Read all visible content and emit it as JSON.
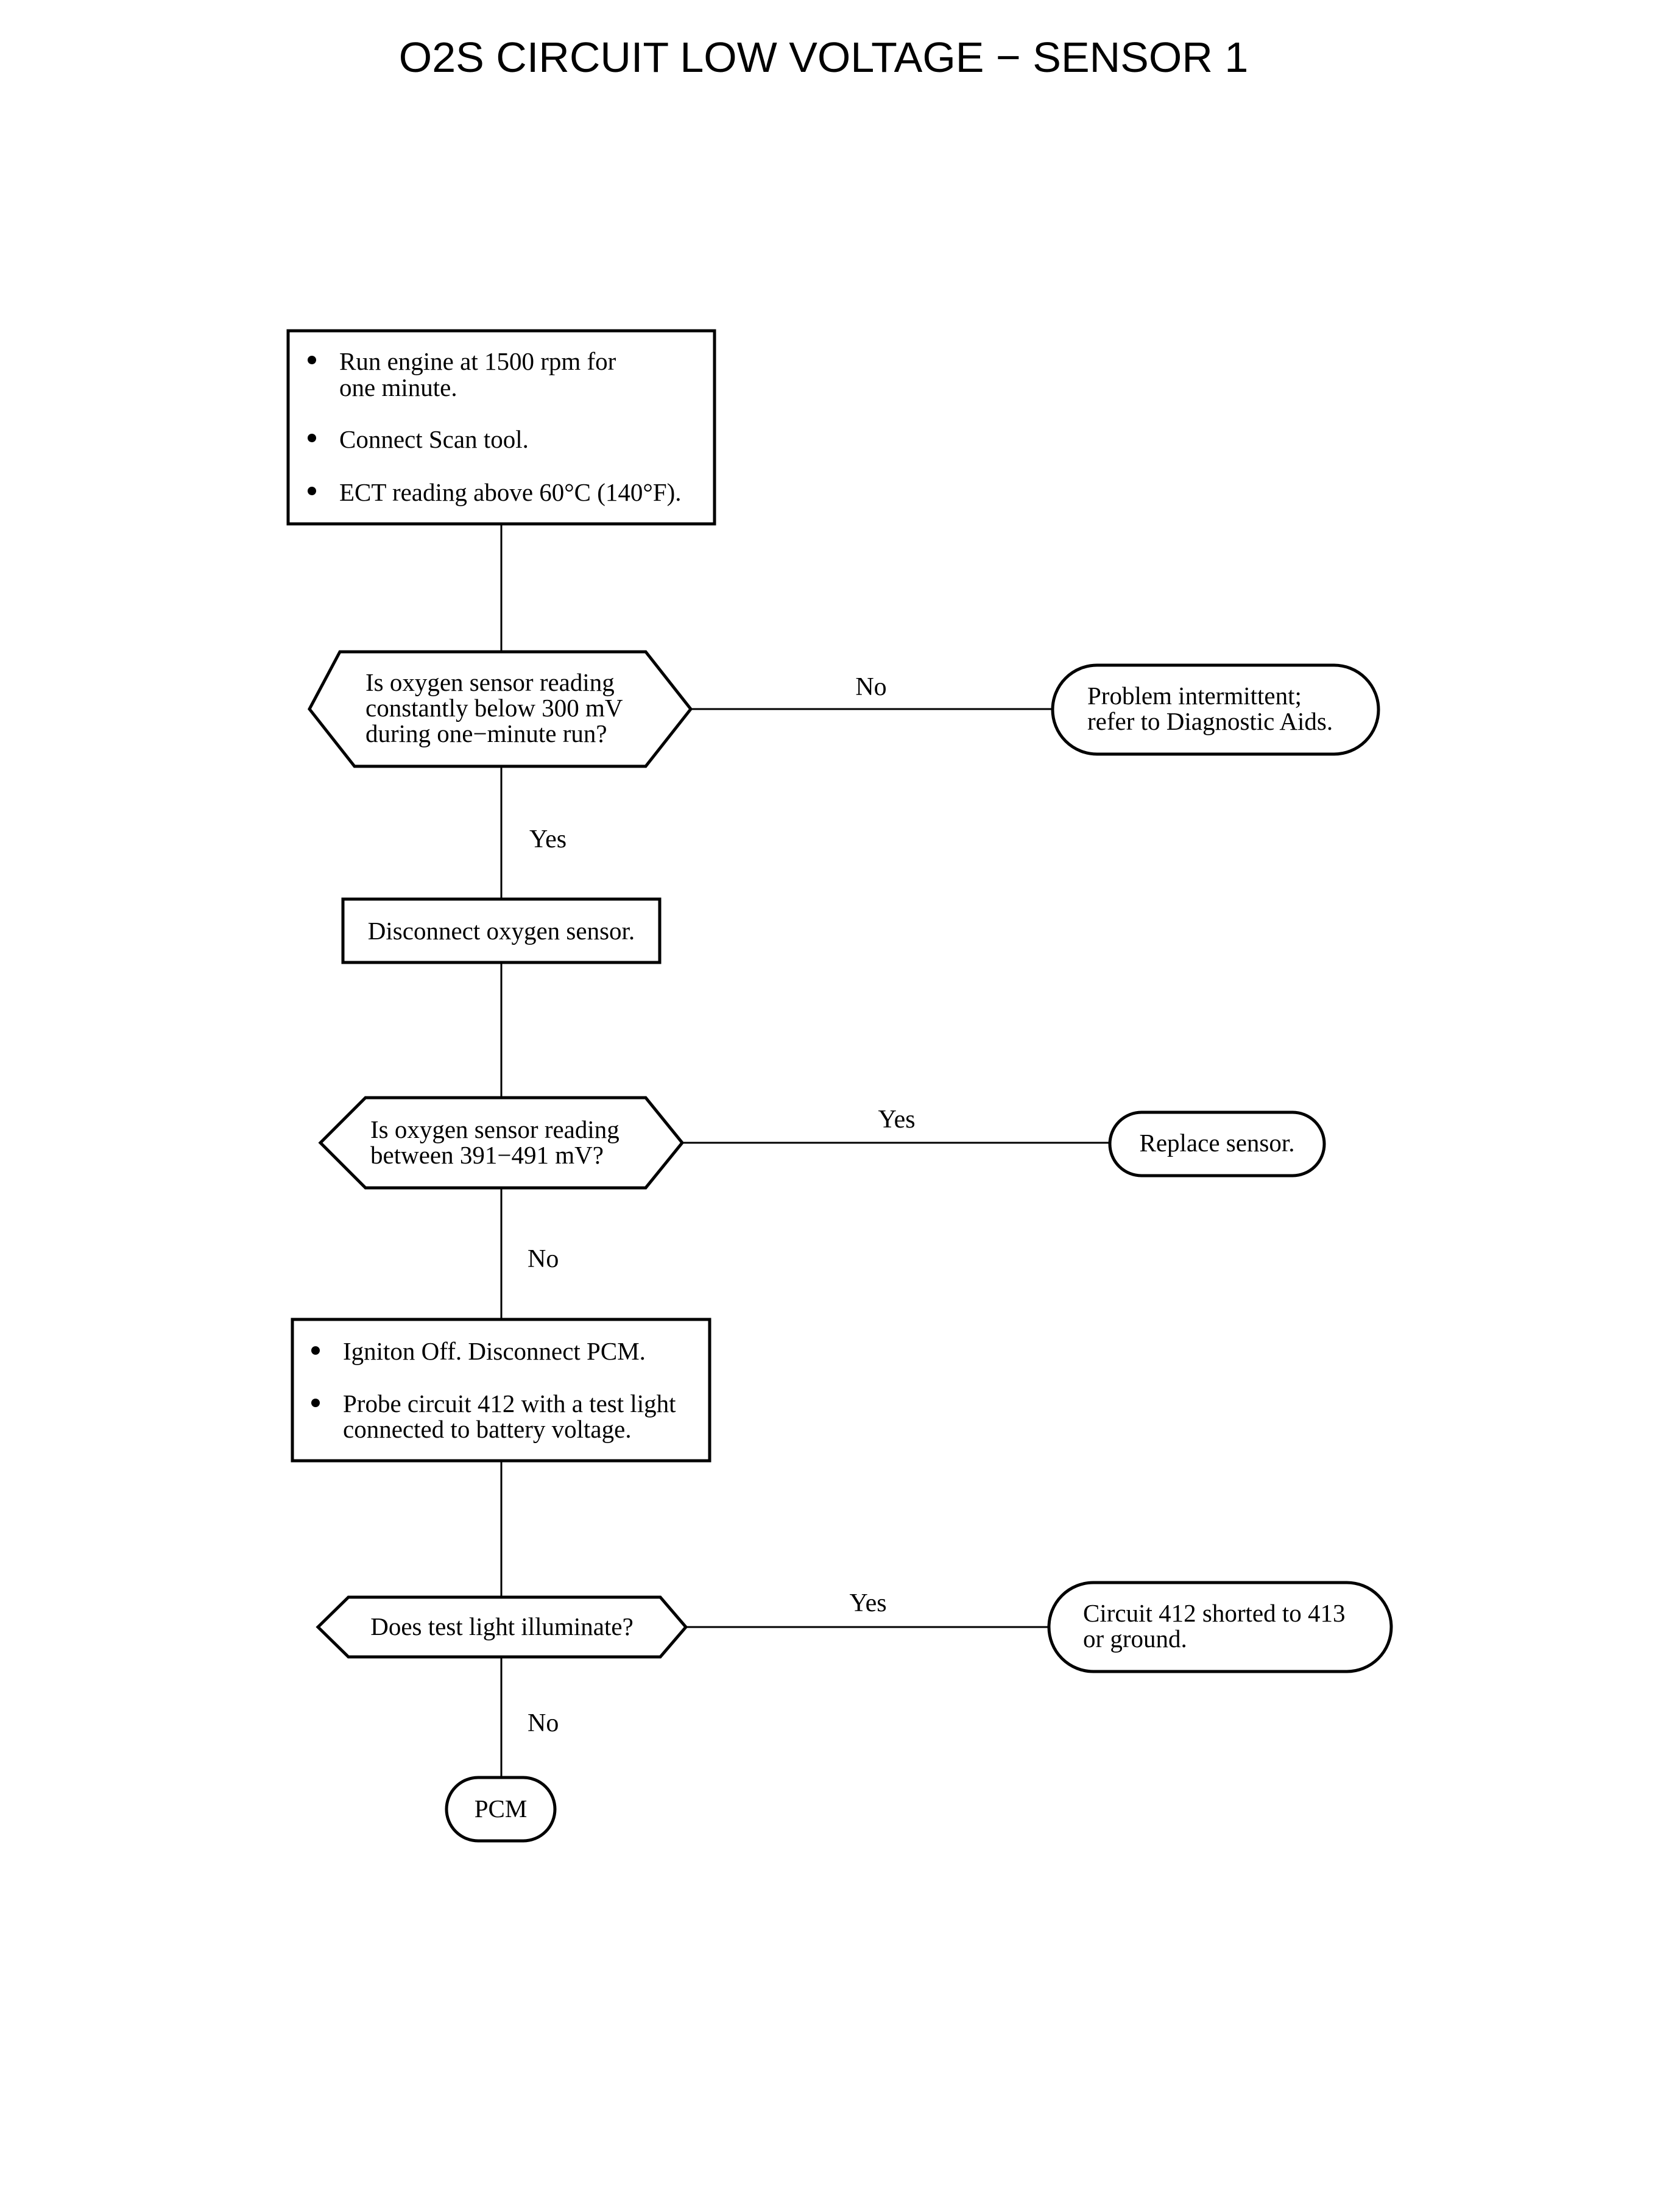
{
  "title": "O2S CIRCUIT LOW VOLTAGE − SENSOR 1",
  "steps": {
    "start": {
      "bullets": [
        [
          "Run engine at 1500 rpm for",
          "one minute."
        ],
        [
          "Connect Scan tool."
        ],
        [
          "ECT reading above 60°C (140°F)."
        ]
      ]
    },
    "decision1": {
      "lines": [
        "Is oxygen sensor reading",
        "constantly below 300 mV",
        "during one−minute run?"
      ]
    },
    "decision1_no_label": "No",
    "decision1_yes_label": "Yes",
    "result1": {
      "lines": [
        "Problem intermittent;",
        "refer to Diagnostic Aids."
      ]
    },
    "action1": {
      "lines": [
        "Disconnect oxygen sensor."
      ]
    },
    "decision2": {
      "lines": [
        "Is oxygen sensor reading",
        "between 391−491 mV?"
      ]
    },
    "decision2_yes_label": "Yes",
    "decision2_no_label": "No",
    "result2": {
      "lines": [
        "Replace sensor."
      ]
    },
    "action2": {
      "bullets": [
        [
          "Igniton Off. Disconnect PCM."
        ],
        [
          "Probe circuit 412 with a test light",
          "connected to battery voltage."
        ]
      ]
    },
    "decision3": {
      "lines": [
        "Does test light illuminate?"
      ]
    },
    "decision3_yes_label": "Yes",
    "decision3_no_label": "No",
    "result3": {
      "lines": [
        "Circuit 412 shorted to 413",
        "or ground."
      ]
    },
    "result4": {
      "lines": [
        "PCM"
      ]
    }
  }
}
